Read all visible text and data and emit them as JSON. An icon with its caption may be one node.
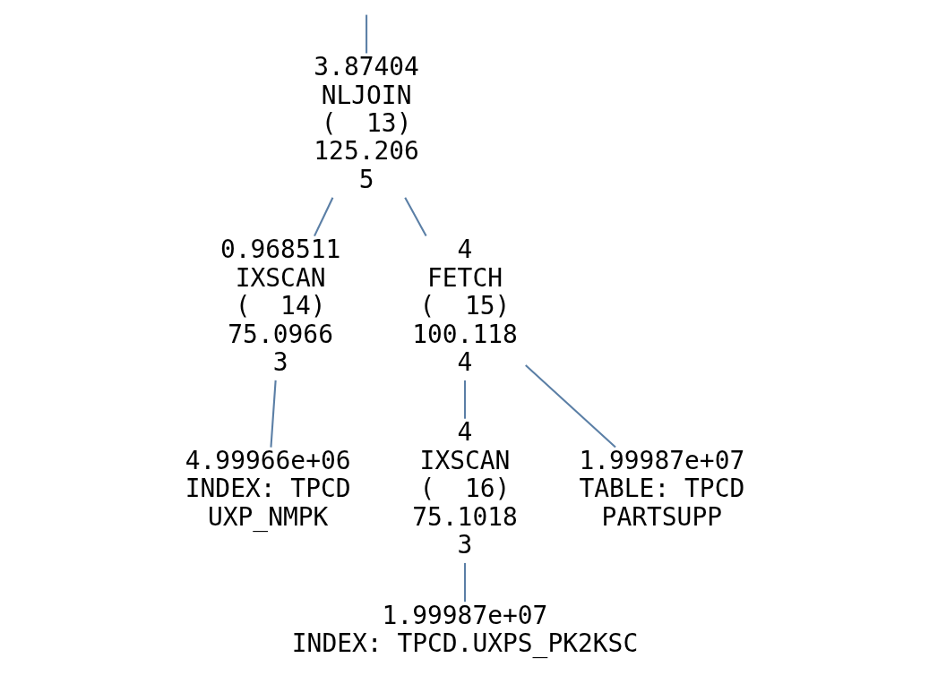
{
  "diagram": {
    "nodes": [
      {
        "text": [
          "3.87404",
          "NLJOIN",
          "(  13)",
          "125.206",
          "5"
        ]
      },
      {
        "text": [
          "0.968511",
          "IXSCAN",
          "(  14)",
          "75.0966",
          "3"
        ]
      },
      {
        "text": [
          "4",
          "FETCH",
          "(  15)",
          "100.118",
          "4"
        ]
      },
      {
        "text": [
          "4.99966e+06",
          "INDEX: TPCD",
          "UXP_NMPK"
        ]
      },
      {
        "text": [
          "4",
          "IXSCAN",
          "(  16)",
          "75.1018",
          "3"
        ]
      },
      {
        "text": [
          "1.99987e+07",
          "TABLE: TPCD",
          "PARTSUPP"
        ]
      },
      {
        "text": [
          "1.99987e+07",
          "INDEX: TPCD.UXPS_PK2KSC"
        ]
      }
    ],
    "edges": [
      {
        "from": null,
        "to": 0,
        "arrow": "none"
      },
      {
        "from": 0,
        "to": 1,
        "arrow": "none"
      },
      {
        "from": 0,
        "to": 2,
        "arrow": "none"
      },
      {
        "from": 1,
        "to": 3,
        "arrow": "none"
      },
      {
        "from": 2,
        "to": 4,
        "arrow": "none"
      },
      {
        "from": 2,
        "to": 5,
        "arrow": "none"
      },
      {
        "from": 4,
        "to": 6,
        "arrow": "none"
      }
    ]
  }
}
